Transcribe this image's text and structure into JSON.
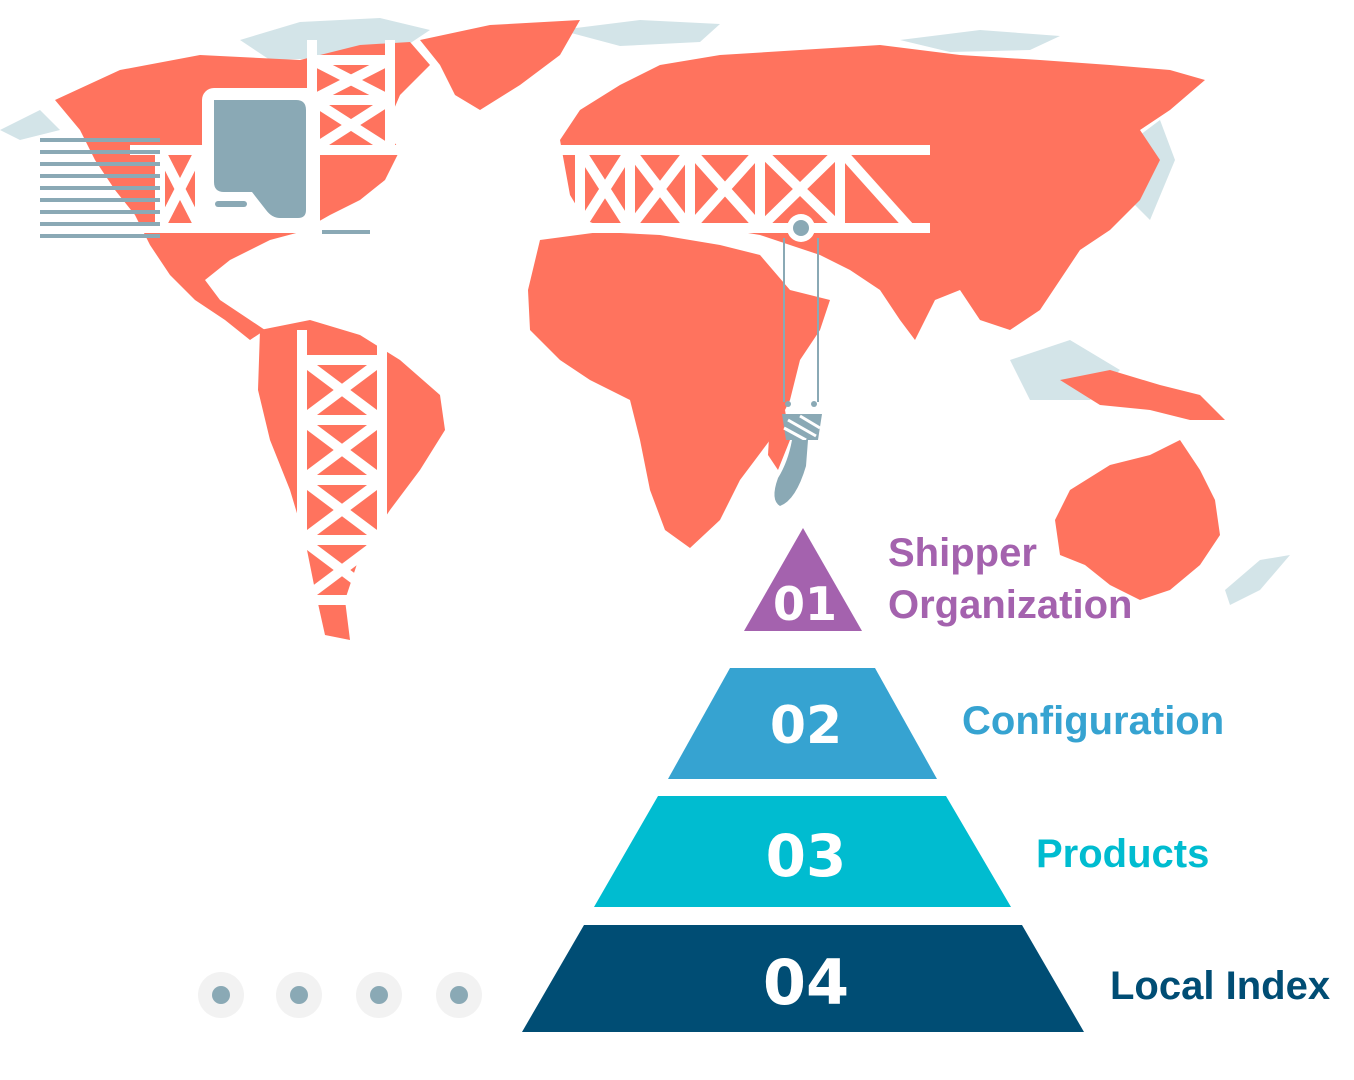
{
  "colors": {
    "map": "#ff735e",
    "map_ice": "#d3e4e8",
    "crane": "#ffffff",
    "crane_cab": "#8aa9b5",
    "level1": "#a462ae",
    "level2": "#36a3d1",
    "level3": "#00bcd0",
    "level4": "#004d74",
    "dot": "#8aa9b5"
  },
  "levels": [
    {
      "number": "01",
      "label_line1": "Shipper",
      "label_line2": "Organization",
      "color": "#a462ae"
    },
    {
      "number": "02",
      "label_line1": "Configuration",
      "label_line2": "",
      "color": "#36a3d1"
    },
    {
      "number": "03",
      "label_line1": "Products",
      "label_line2": "",
      "color": "#00bcd0"
    },
    {
      "number": "04",
      "label_line1": "Local Index",
      "label_line2": "",
      "color": "#004d74"
    }
  ],
  "pagination": {
    "dot_count": 4
  }
}
